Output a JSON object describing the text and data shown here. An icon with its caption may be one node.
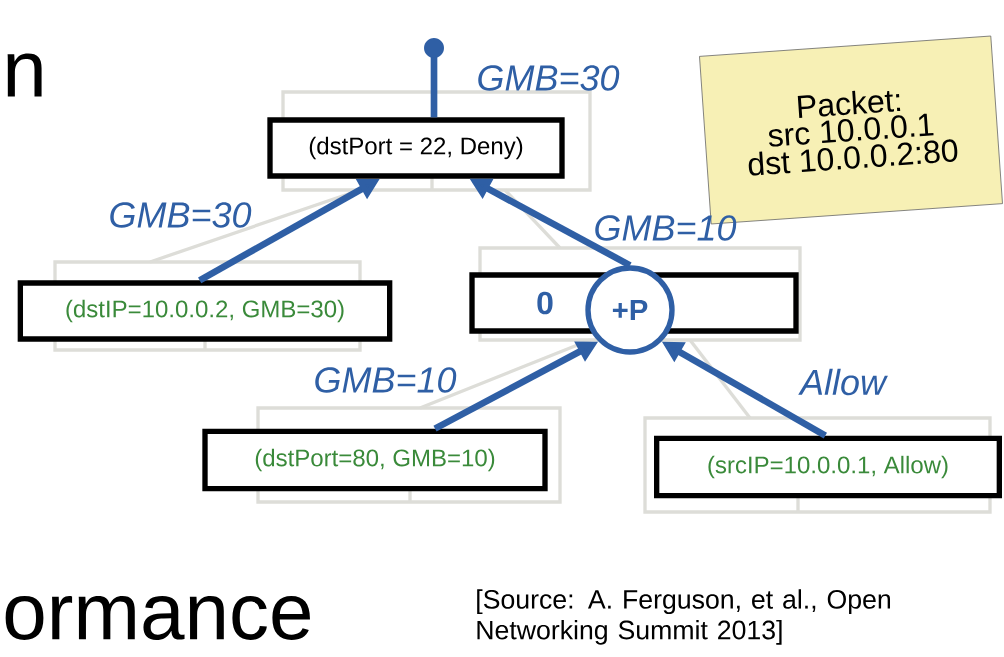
{
  "diagram": {
    "nodes": [
      {
        "text": [
          "(dstPort = 22, Deny)"
        ]
      },
      {
        "text": [
          "(dstIP=10.0.0.2, GMB=30)"
        ]
      },
      {
        "text": [
          "0"
        ]
      },
      {
        "text": [
          "+P"
        ]
      },
      {
        "text": [
          "(dstPort=80, GMB=10)"
        ]
      },
      {
        "text": [
          "(srcIP=10.0.0.1, Allow)"
        ]
      },
      {
        "text": [
          "Packet:",
          "src 10.0.0.1",
          "dst 10.0.0.2:80"
        ]
      }
    ],
    "edges": [
      {
        "from": 0,
        "to": null,
        "arrow": "other",
        "label": "GMB=30"
      },
      {
        "from": 1,
        "to": 0,
        "arrow": "to",
        "label": "GMB=30"
      },
      {
        "from": 3,
        "to": 0,
        "arrow": "to",
        "label": "GMB=10"
      },
      {
        "from": 4,
        "to": 3,
        "arrow": "to",
        "label": "GMB=10"
      },
      {
        "from": 5,
        "to": 3,
        "arrow": "to",
        "label": "Allow"
      }
    ],
    "labels": [
      "n",
      "ormance",
      "[Source: A. Ferguson, et al., Open Networking Summit 2013]"
    ]
  }
}
